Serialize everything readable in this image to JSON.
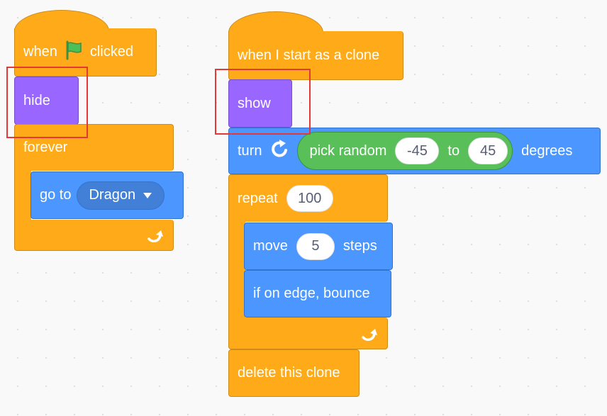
{
  "script1": {
    "when": "when",
    "clicked": "clicked",
    "hide": "hide",
    "forever": "forever",
    "goto": "go to",
    "goto_target": "Dragon"
  },
  "script2": {
    "hat": "when I start as a clone",
    "show": "show",
    "turn": "turn",
    "pick_random": "pick random",
    "rand_min": "-45",
    "to": "to",
    "rand_max": "45",
    "degrees": "degrees",
    "repeat": "repeat",
    "repeat_count": "100",
    "move": "move",
    "move_steps": "5",
    "steps": "steps",
    "bounce": "if on edge, bounce",
    "delete": "delete this clone"
  },
  "icons": {
    "green_flag": "green-flag-icon",
    "turn_cw": "rotate-right-icon",
    "dropdown": "caret-down-icon",
    "loop": "loop-arrow-icon"
  },
  "colors": {
    "events": "#ffab19",
    "control": "#ffab19",
    "looks": "#9966ff",
    "motion": "#4c97ff",
    "operators": "#59c059",
    "highlight": "#e53935"
  }
}
